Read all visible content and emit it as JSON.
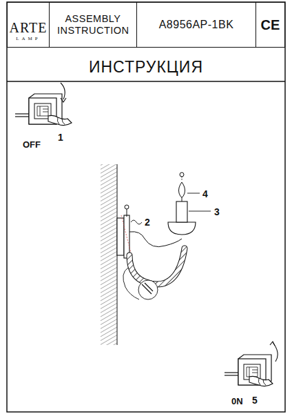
{
  "diagram": {
    "title": "ИНСТРУКЦИЯ",
    "nodes": [
      {
        "text": [
          "ARTE",
          "LAMP"
        ]
      },
      {
        "text": [
          "ASSEMBLY INSTRUCTION"
        ]
      },
      {
        "text": [
          "A8956AP-1BK"
        ]
      },
      {
        "text": [
          "CE"
        ]
      }
    ],
    "labels": [
      "1",
      "OFF",
      "2",
      "3",
      "4",
      "0N",
      "5"
    ]
  }
}
